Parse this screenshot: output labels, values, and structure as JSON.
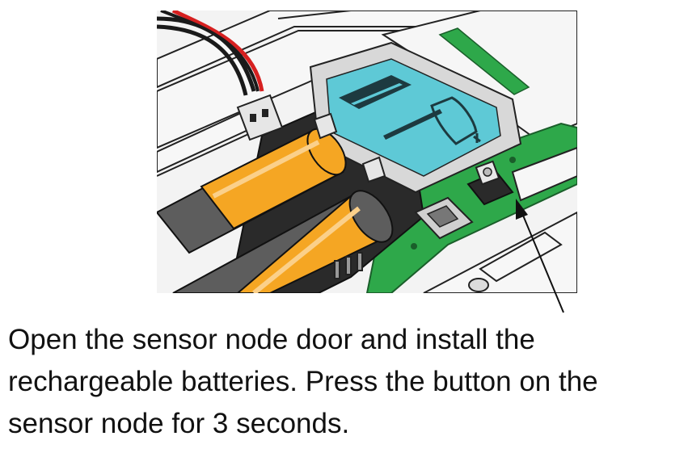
{
  "caption": {
    "line1": "Open the sensor node door and install the",
    "line2": "rechargeable batteries. Press the button on the",
    "line3": "sensor node for 3 seconds."
  },
  "colors": {
    "battery_orange": "#f5a623",
    "battery_gray": "#5d5d5d",
    "pcb_green": "#2ea84a",
    "label_cyan": "#5ec9d6",
    "wire_red": "#d62020",
    "wire_black": "#1a1a1a",
    "housing": "#f2f2f2",
    "outline": "#222222"
  },
  "icons": {
    "battery_label_icon": "battery-bar-icon",
    "bell_icon": "bell-icon",
    "push_button_icon": "push-button-icon",
    "arrow_icon": "pointer-arrow-icon"
  }
}
